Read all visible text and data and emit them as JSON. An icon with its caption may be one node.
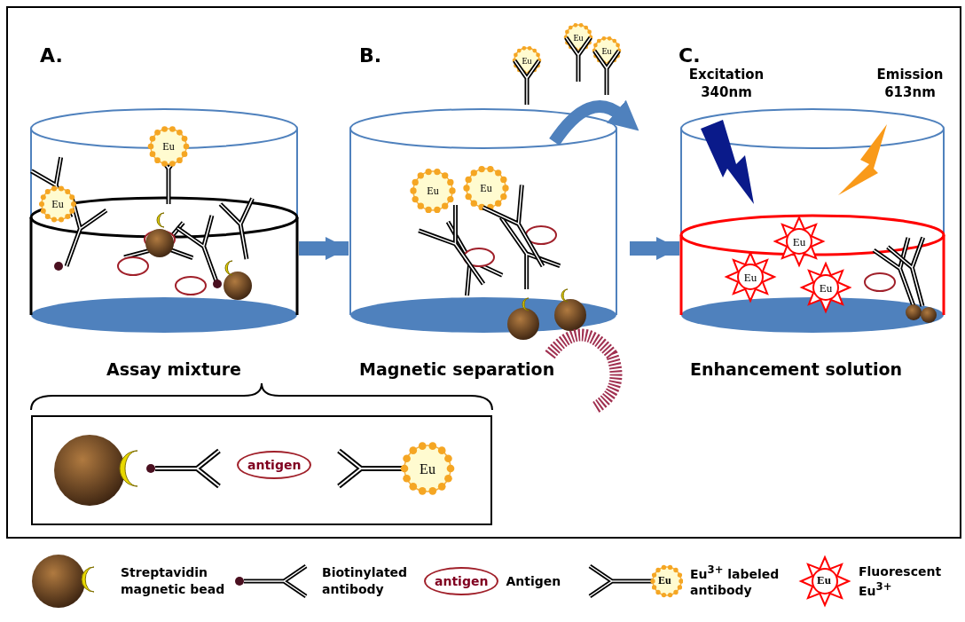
{
  "diagram": {
    "nodes": [
      {
        "text": [
          "A.",
          "Assay mixture"
        ]
      },
      {
        "text": [
          "B.",
          "Magnetic separation"
        ]
      },
      {
        "text": [
          "C.",
          "Enhancement solution"
        ]
      },
      {
        "text": [
          "antigen",
          "Eu"
        ]
      }
    ],
    "edges": [
      {
        "from": 0,
        "to": 1,
        "arrow": "to"
      },
      {
        "from": 1,
        "to": 2,
        "arrow": "to"
      }
    ],
    "labels": [
      "Eu",
      "Eu",
      "Eu",
      "Excitation 340nm",
      "Emission 613nm",
      "Eu",
      "Eu",
      "Eu",
      "Eu",
      "Eu",
      "Eu",
      "Eu",
      "antigen",
      "Eu",
      "Eu"
    ],
    "legend": [
      {
        "text": "Streptavidin magnetic bead"
      },
      {
        "text": "Biotinylated antibody"
      },
      {
        "text": "Antigen"
      },
      {
        "text": "Eu$^{3+}$ labeled antibody"
      },
      {
        "text": "Fluorescent Eu$^{3+}$"
      }
    ]
  }
}
